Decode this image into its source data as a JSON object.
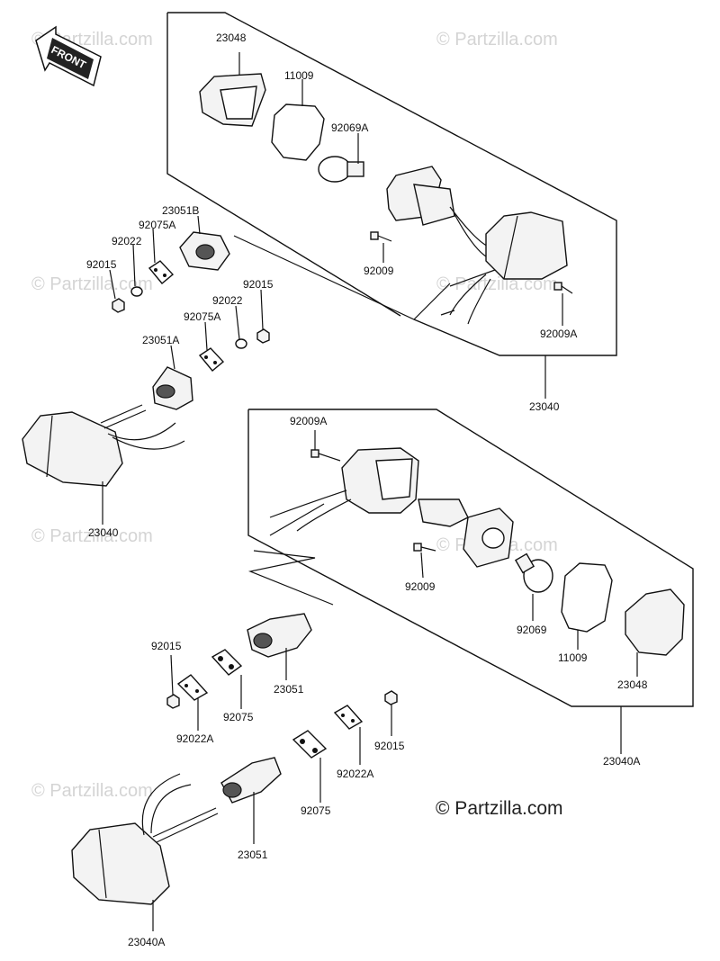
{
  "watermark": "© Partzilla.com",
  "copyright": "© Partzilla.com",
  "front_arrow": "FRONT",
  "labels": {
    "p23048_top": "23048",
    "p11009_top": "11009",
    "p92069A": "92069A",
    "p23051B": "23051B",
    "p92075A_1": "92075A",
    "p92022_1": "92022",
    "p92015_1": "92015",
    "p92009_top": "92009",
    "p92015_2": "92015",
    "p92022_2": "92022",
    "p92075A_2": "92075A",
    "p23051A": "23051A",
    "p92009A_top": "92009A",
    "p23040_right": "23040",
    "p23040_left": "23040",
    "p92009A_mid": "92009A",
    "p92009_mid": "92009",
    "p92069": "92069",
    "p11009_bot": "11009",
    "p23048_bot": "23048",
    "p23040A_right": "23040A",
    "p92015_3": "92015",
    "p23051_1": "23051",
    "p92075_1": "92075",
    "p92022A_1": "92022A",
    "p92015_4": "92015",
    "p92022A_2": "92022A",
    "p92075_2": "92075",
    "p23051_2": "23051",
    "p23040A_left": "23040A"
  }
}
